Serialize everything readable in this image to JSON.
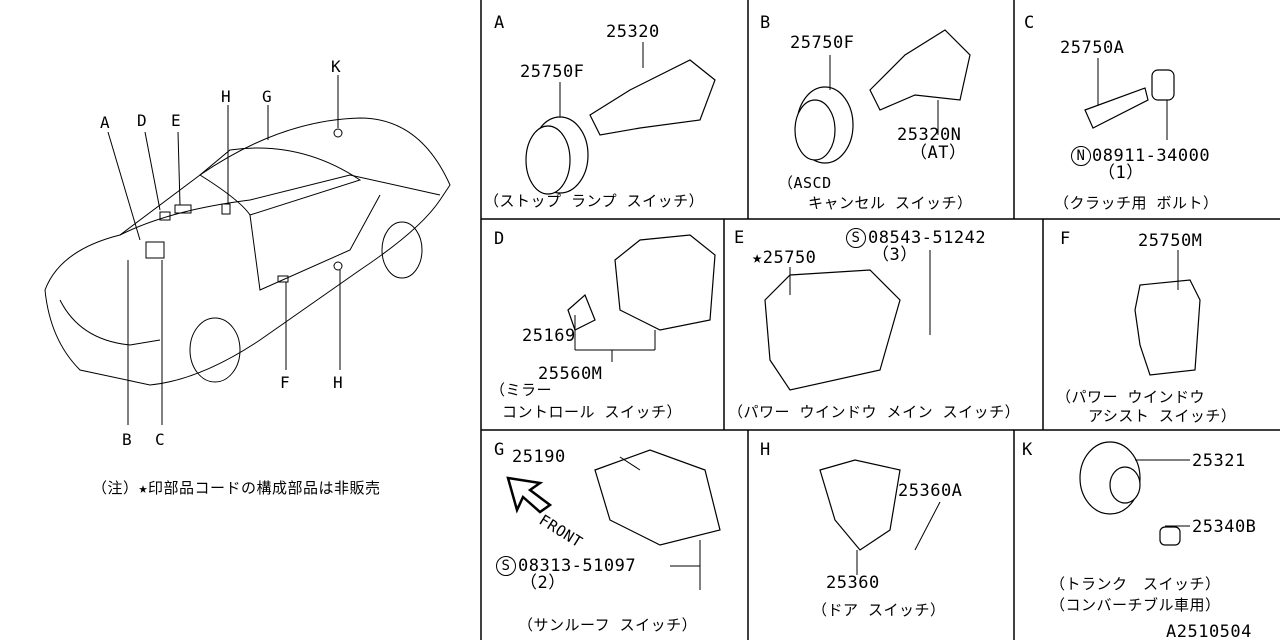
{
  "overview": {
    "callouts": [
      "A",
      "D",
      "E",
      "H",
      "G",
      "K",
      "B",
      "C",
      "F",
      "H"
    ],
    "note": "（注）★印部品コードの構成部品は非販売"
  },
  "panels": [
    {
      "letter": "A",
      "parts": [
        "25320",
        "25750F"
      ],
      "caption": "（ストップ ランプ スイッチ）"
    },
    {
      "letter": "B",
      "parts": [
        "25750F",
        "25320N",
        "（AT）"
      ],
      "caption_line1": "（ASCD",
      "caption_line2": "キャンセル スイッチ）"
    },
    {
      "letter": "C",
      "parts": [
        "25750A",
        "08911-34000",
        "（1）"
      ],
      "prefix": "N",
      "caption": "（クラッチ用 ボルト）"
    },
    {
      "letter": "D",
      "parts": [
        "25169",
        "25560M"
      ],
      "caption_line1": "（ミラー",
      "caption_line2": "コントロール スイッチ）"
    },
    {
      "letter": "E",
      "parts": [
        "★25750",
        "08543-51242",
        "（3）"
      ],
      "prefix": "S",
      "caption": "（パワー ウインドウ メイン スイッチ）"
    },
    {
      "letter": "F",
      "parts": [
        "25750M"
      ],
      "caption_line1": "（パワー ウインドウ",
      "caption_line2": "アシスト スイッチ）"
    },
    {
      "letter": "G",
      "parts": [
        "25190",
        "08313-51097",
        "（2）"
      ],
      "prefix": "S",
      "front": "FRONT",
      "caption": "（サンルーフ スイッチ）"
    },
    {
      "letter": "H",
      "parts": [
        "25360A",
        "25360"
      ],
      "caption": "（ドア スイッチ）"
    },
    {
      "letter": "K",
      "parts": [
        "25321",
        "25340B"
      ],
      "caption_line1": "（トランク　スイッチ）",
      "caption_line2": "（コンバーチブル車用）"
    }
  ],
  "diagram_code": "A2510504"
}
